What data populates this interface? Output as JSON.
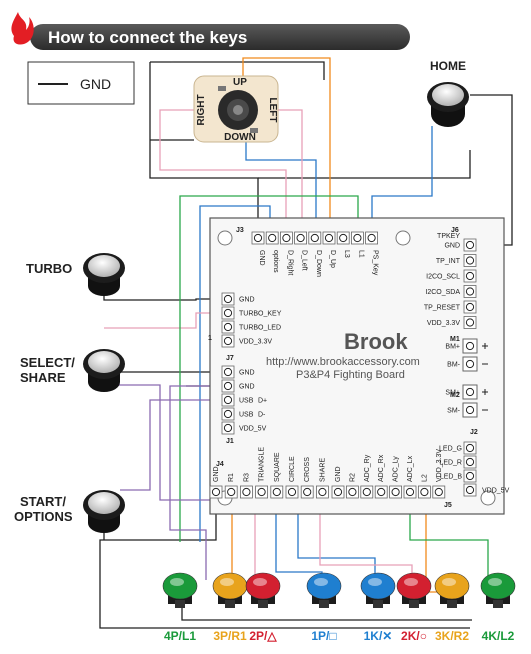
{
  "title": "How to connect the keys",
  "legend": {
    "label": "GND"
  },
  "home": {
    "label": "HOME"
  },
  "side_buttons": [
    "TURBO",
    "SELECT/",
    "SHARE",
    "START/",
    "OPTIONS"
  ],
  "dpad": {
    "up": "UP",
    "down": "DOWN",
    "left": "LEFT",
    "right": "RIGHT"
  },
  "board": {
    "brand": "Brook",
    "url": "http://www.brookaccessory.com",
    "name": "P3&P4 Fighting Board",
    "j3": {
      "id": "J3",
      "pins": [
        "GND",
        "options",
        "D_Right",
        "D_Left",
        "D_Down",
        "D_Up",
        "L3",
        "L1",
        "PS_Key"
      ]
    },
    "j6": {
      "id": "J6",
      "pins": [
        "TPKEY",
        "GND",
        "TP_INT",
        "I2CO_SCL",
        "I2CO_SDA",
        "TP_RESET",
        "VDD_3.3V"
      ]
    },
    "m1": {
      "id": "M1",
      "pins": [
        "BM+",
        "BM-"
      ]
    },
    "m2": {
      "id": "M2",
      "pins": [
        "SM+",
        "SM-"
      ]
    },
    "j1": {
      "id": "J1",
      "pins": [
        "GND",
        "TURBO_KEY",
        "TURBO_LED",
        "VDD_3.3V"
      ],
      "marker": "1"
    },
    "j7": {
      "id": "J7",
      "pins": [
        "GND",
        "GND",
        "USB",
        "USB",
        "VDD_5V"
      ],
      "suffix": [
        "",
        "",
        "D+",
        "D-",
        ""
      ]
    },
    "j2": {
      "id": "J2",
      "pins": [
        "LED_G",
        "LED_R",
        "LED_B",
        "VDD_5V"
      ]
    },
    "j4": {
      "id": "J4",
      "pins": [
        "GND",
        "R1",
        "R3",
        "TRIANGLE",
        "SQUARE",
        "CIRCLE",
        "CROSS",
        "SHARE"
      ]
    },
    "j5": {
      "id": "J5",
      "pins": [
        "GND",
        "R2",
        "ADC_Ry",
        "ADC_Rx",
        "ADC_Ly",
        "ADC_Lx",
        "L2",
        "VDD_3.3V"
      ]
    }
  },
  "buttons": [
    {
      "label": "4P/L1",
      "color": "#1a9a3a"
    },
    {
      "label": "3P/R1",
      "color": "#e8a31c"
    },
    {
      "label": "2P/△",
      "color": "#d32030"
    },
    {
      "label": "1P/□",
      "color": "#1f7fd0"
    },
    {
      "label": "1K/✕",
      "color": "#1f7fd0"
    },
    {
      "label": "2K/○",
      "color": "#d32030"
    },
    {
      "label": "3K/R2",
      "color": "#e8a31c"
    },
    {
      "label": "4K/L2",
      "color": "#1a9a3a"
    }
  ],
  "wire_colors": {
    "gnd": "#222222",
    "orange": "#f08a1c",
    "blue": "#2a78c8",
    "pink": "#e8a0b8",
    "green": "#2aa84a",
    "purple": "#8a6ab0",
    "yellow": "#e8a31c",
    "red": "#d32030",
    "accent": "#e31e24"
  }
}
